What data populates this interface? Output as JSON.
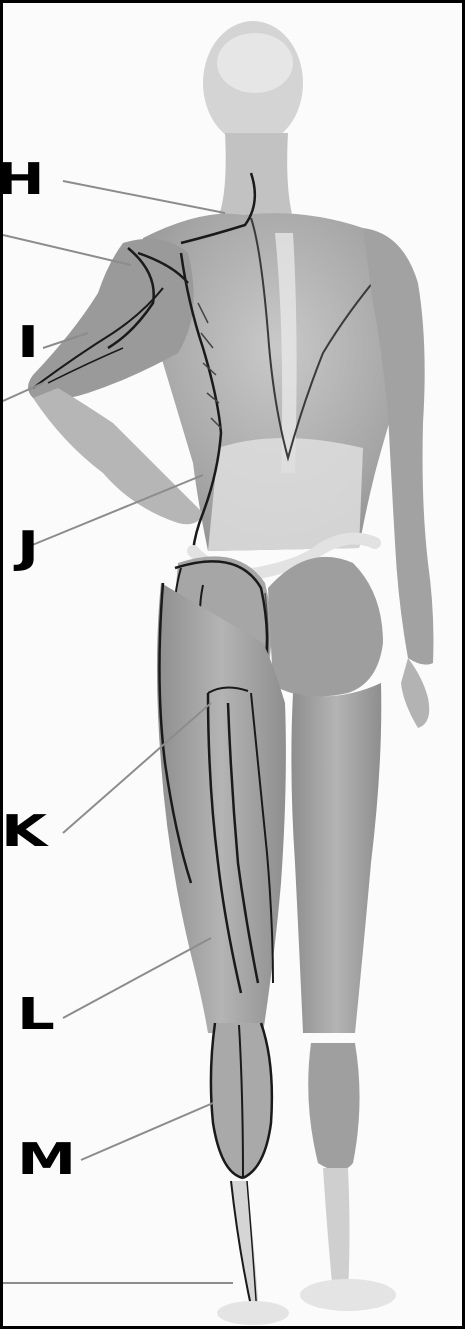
{
  "labels": {
    "h": "H",
    "i": "I",
    "j": "J",
    "k": "K",
    "l": "L",
    "m": "M"
  },
  "colors": {
    "muscle": "#a9a9a9",
    "muscle_dark": "#7d7d7d",
    "tendon": "#e3e3e3",
    "outline": "#1a1a1a",
    "leader": "#8c8c8c",
    "border": "#000000"
  }
}
